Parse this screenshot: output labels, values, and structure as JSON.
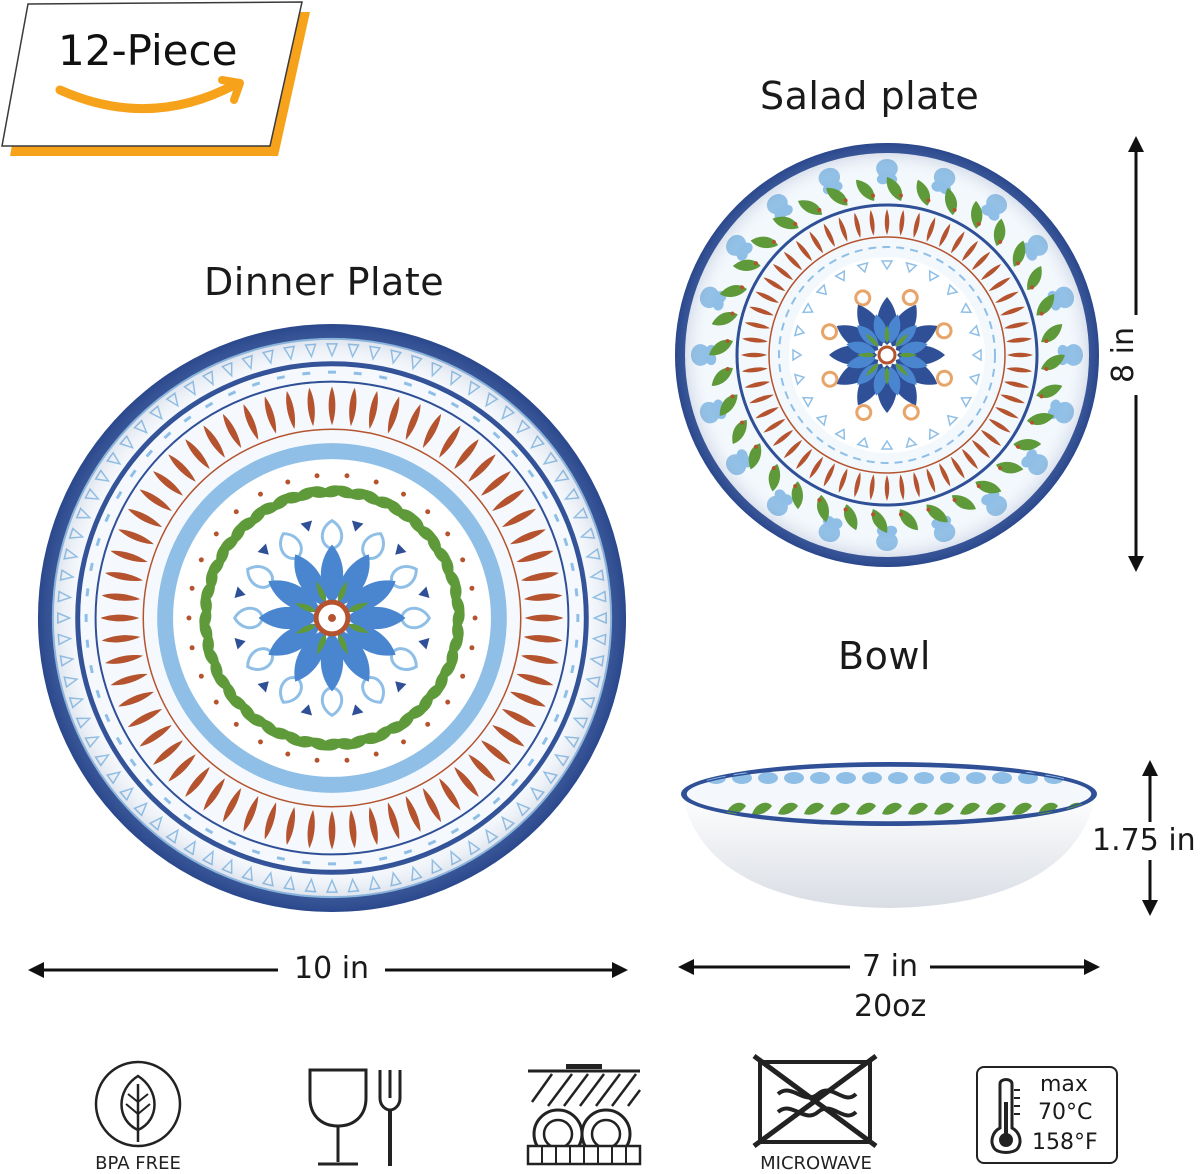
{
  "badge": {
    "label": "12-Piece"
  },
  "items": {
    "dinner_plate": {
      "title": "Dinner Plate",
      "width": "10 in"
    },
    "salad_plate": {
      "title": "Salad plate",
      "height": "8 in"
    },
    "bowl": {
      "title": "Bowl",
      "height": "1.75 in",
      "width": "7 in",
      "capacity": "20oz"
    }
  },
  "features": {
    "bpa": {
      "label": "BPA FREE",
      "icon": "leaf-circle-icon"
    },
    "food_safe": {
      "icon": "glass-fork-icon"
    },
    "dishwasher": {
      "icon": "dishwasher-icon"
    },
    "microwave": {
      "label": "MICROWAVE",
      "icon": "no-microwave-icon"
    },
    "temperature": {
      "icon": "thermometer-icon",
      "line1": "max",
      "line2": "70°C",
      "line3": "158°F"
    }
  },
  "colors": {
    "navy": "#2f4f96",
    "light_blue": "#8fbfe6",
    "rust": "#b4532e",
    "green": "#5e9a3a",
    "badge_orange": "#f7a21b"
  }
}
